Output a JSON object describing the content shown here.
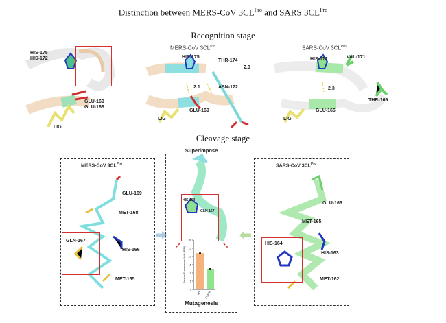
{
  "title": {
    "prefix": "Distinction between MERS-CoV 3CL",
    "sup1": "Pro",
    "mid": " and SARS 3CL",
    "sup2": "Pro"
  },
  "recognition": {
    "heading": "Recognition stage",
    "overlay": {
      "labels": [
        "HIS-175",
        "HIS-172",
        "GLU-169",
        "GLU-166",
        "LIG"
      ]
    },
    "mers": {
      "header": "MERS-CoV 3CL",
      "sup": "Pro",
      "labels": [
        "HIS-175",
        "THR-174",
        "2.0",
        "2.1",
        "ASN-172",
        "GLU-169",
        "LIG"
      ]
    },
    "sars": {
      "header": "SARS-CoV 3CL",
      "sup": "Pro",
      "labels": [
        "HIS-172",
        "VAL-171",
        "2.3",
        "THR-169",
        "GLU-166",
        "LIG"
      ]
    }
  },
  "cleavage": {
    "heading": "Cleavage stage",
    "mers": {
      "header": "MERS-CoV 3CL",
      "sup": "Pro",
      "labels": [
        "GLU-169",
        "MET-168",
        "GLN-167",
        "HIS-166",
        "MET-165"
      ]
    },
    "superimpose": {
      "header": "Superimpose",
      "labels": [
        "HIS-164",
        "GLN-167"
      ],
      "footer": "Mutagenesis"
    },
    "sars": {
      "header": "SARS-CoV 3CL",
      "sup": "Pro",
      "labels": [
        "GLU-166",
        "MET-165",
        "HIS-164",
        "HIS-163",
        "MET-162"
      ]
    }
  },
  "chart_data": {
    "type": "bar",
    "categories": [
      "WT",
      "Q167H"
    ],
    "values": [
      22,
      12.5
    ],
    "ylabel": "Relative Fluorescence Units (RFU)",
    "ylim": [
      0,
      30
    ],
    "yticks": [
      0,
      5,
      10,
      15,
      20,
      25,
      30
    ],
    "colors": [
      "#f5b27a",
      "#8ee58e"
    ]
  },
  "colors": {
    "mers": "#7fdede",
    "sars": "#8ee08e",
    "lig": "#e8e070",
    "highlight": "#d43030",
    "arrow_mers": "#a8cce8",
    "arrow_sars": "#b8dca0"
  }
}
